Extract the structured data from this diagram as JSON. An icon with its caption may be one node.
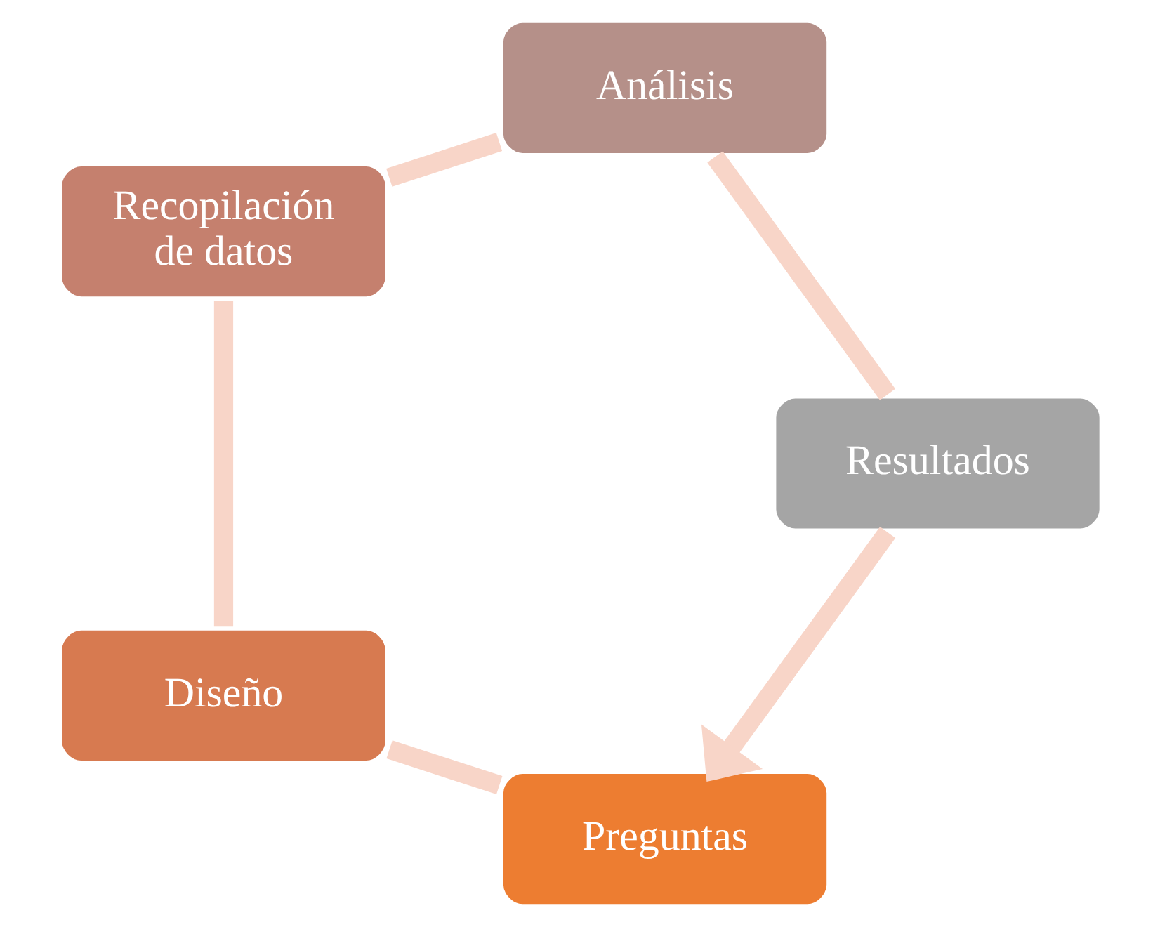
{
  "diagram": {
    "nodes": [
      {
        "text": [
          "Preguntas"
        ]
      },
      {
        "text": [
          "Diseño"
        ]
      },
      {
        "text": [
          "Recopilación de datos"
        ]
      },
      {
        "text": [
          "Análisis"
        ]
      },
      {
        "text": [
          "Resultados"
        ]
      }
    ],
    "edges": [
      {
        "from": 0,
        "to": 1,
        "arrow": "none"
      },
      {
        "from": 1,
        "to": 2,
        "arrow": "none"
      },
      {
        "from": 2,
        "to": 3,
        "arrow": "none"
      },
      {
        "from": 3,
        "to": 4,
        "arrow": "none"
      },
      {
        "from": 4,
        "to": 0,
        "arrow": "to"
      }
    ]
  }
}
